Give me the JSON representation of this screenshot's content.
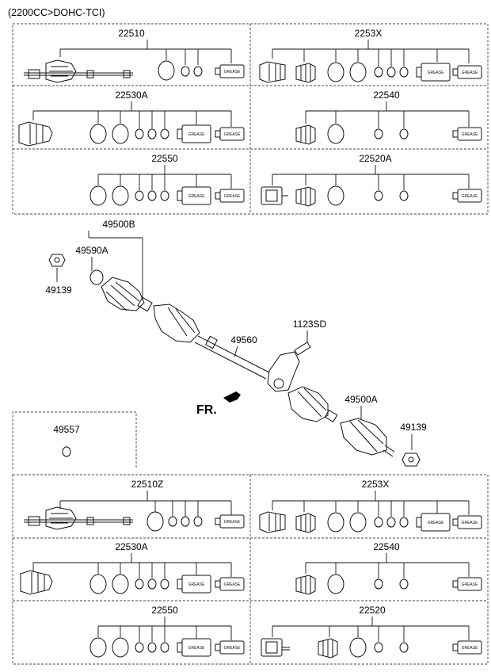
{
  "header": {
    "engine_spec": "(2200CC>DOHC-TCI)"
  },
  "top_group": {
    "cells": [
      {
        "label": "22510"
      },
      {
        "label": "2253X"
      },
      {
        "label": "22530A"
      },
      {
        "label": "22540"
      },
      {
        "label": "22550"
      },
      {
        "label": "22520A"
      }
    ]
  },
  "bottom_group": {
    "cells": [
      {
        "label": "22510Z"
      },
      {
        "label": "2253X"
      },
      {
        "label": "22530A"
      },
      {
        "label": "22540"
      },
      {
        "label": "22550"
      },
      {
        "label": "22520"
      }
    ]
  },
  "grease_text": "GREASE",
  "callouts": {
    "upper_shaft_assy": "49500B",
    "ring_upper": "49590A",
    "nut_upper": "49139",
    "center_shaft": "49560",
    "bolt": "1123SD",
    "lower_shaft_assy": "49500A",
    "nut_lower": "49139",
    "small_ring": "49557"
  },
  "direction_label": "FR."
}
